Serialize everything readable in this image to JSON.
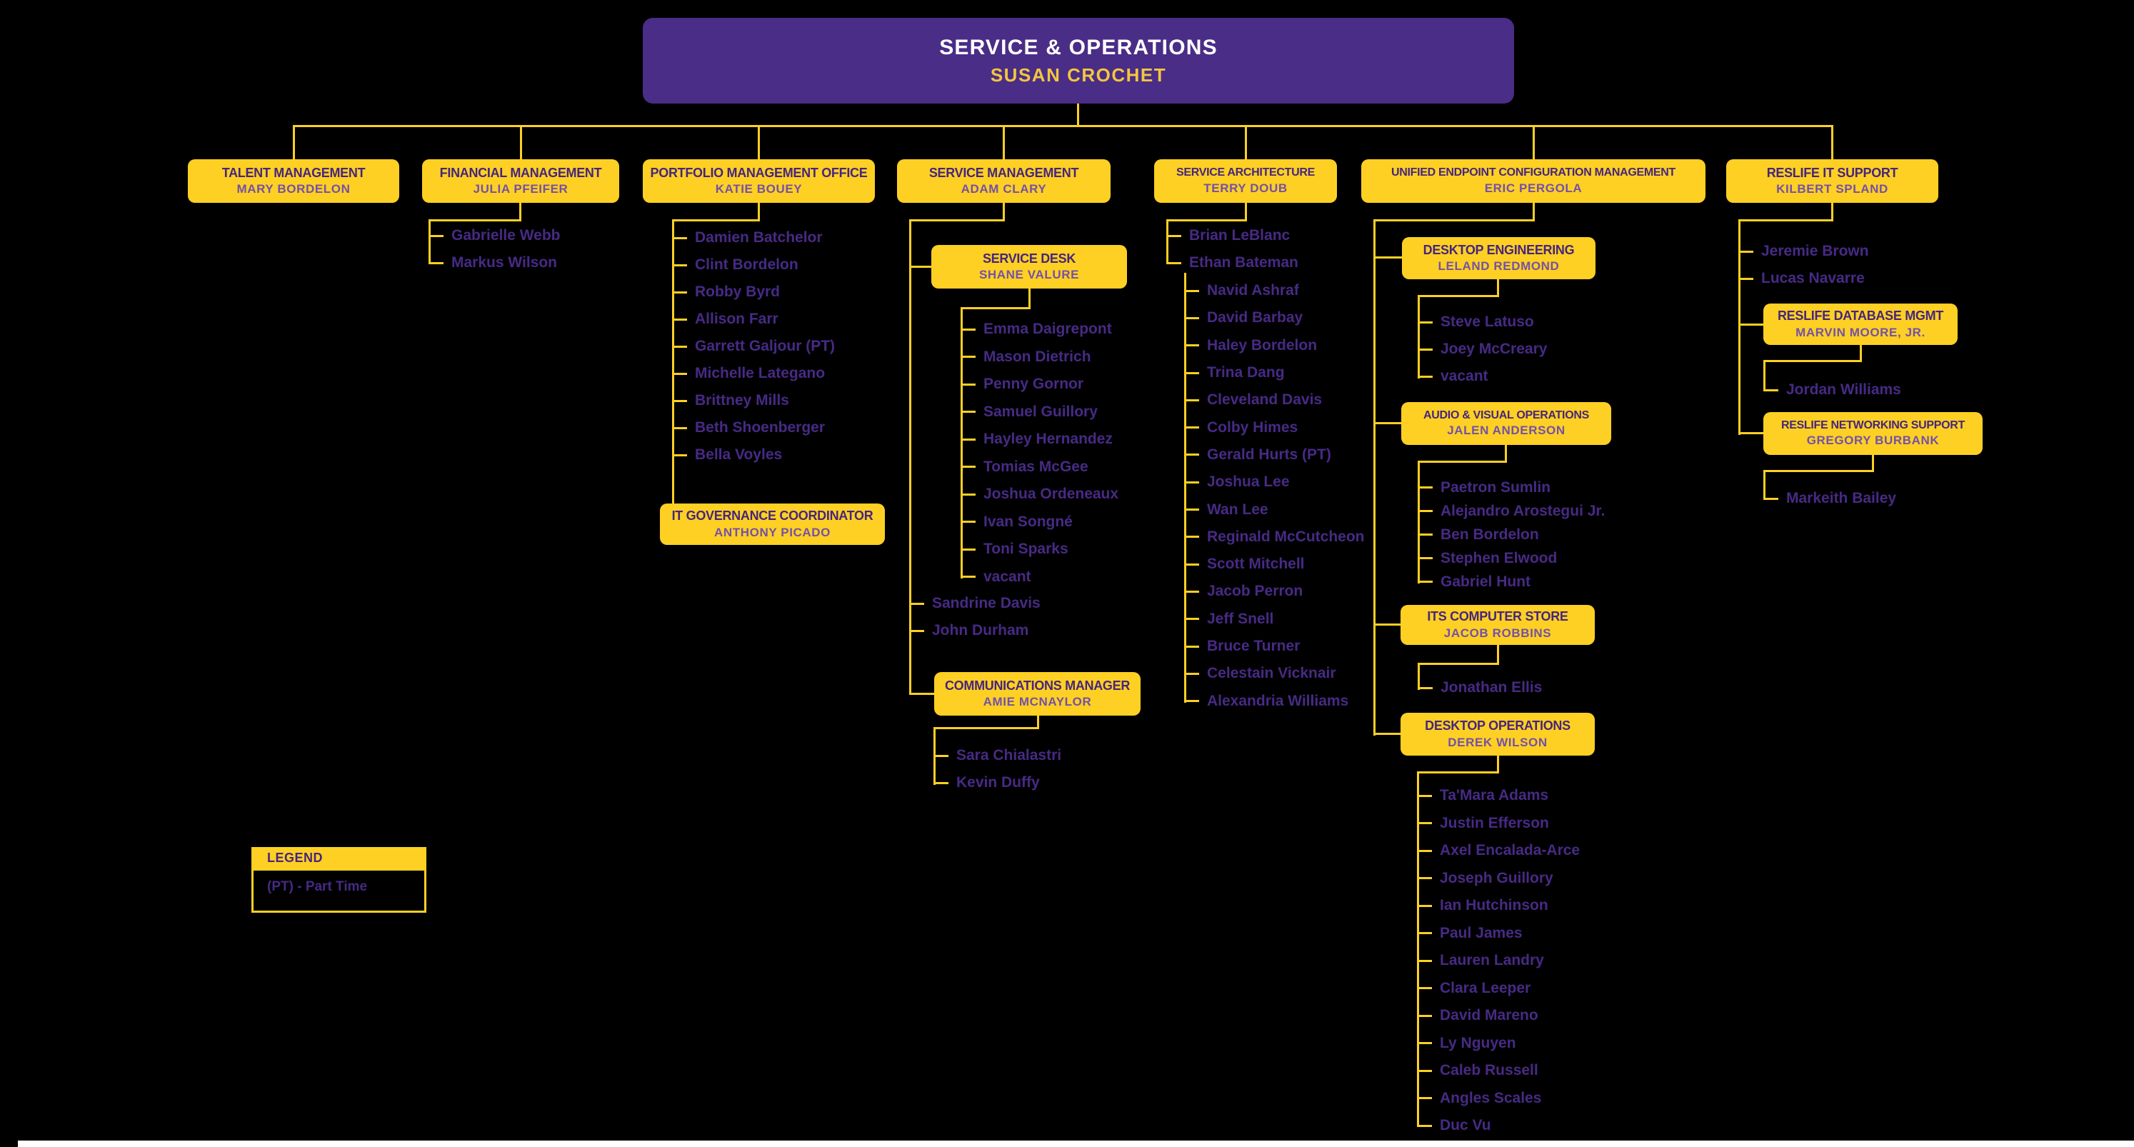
{
  "colors": {
    "background": "#000000",
    "box_gold": "#fdd023",
    "root_purple": "#4a2d87",
    "title_purple": "#46257e",
    "person_purple": "#7450a8",
    "member_purple": "#472a85",
    "root_title_white": "#ffffff",
    "root_person_gold": "#f2c63f",
    "line_gold": "#fdd023"
  },
  "root": {
    "title": "SERVICE & OPERATIONS",
    "name": "SUSAN CROCHET"
  },
  "branches": {
    "talent": {
      "title": "TALENT MANAGEMENT",
      "name": "MARY BORDELON"
    },
    "financial": {
      "title": "FINANCIAL MANAGEMENT",
      "name": "JULIA PFEIFER",
      "members": [
        "Gabrielle Webb",
        "Markus Wilson"
      ]
    },
    "portfolio": {
      "title": "PORTFOLIO MANAGEMENT OFFICE",
      "name": "KATIE BOUEY",
      "members": [
        "Damien Batchelor",
        "Clint Bordelon",
        "Robby Byrd",
        "Allison Farr",
        "Garrett Galjour (PT)",
        "Michelle Lategano",
        "Brittney Mills",
        "Beth Shoenberger",
        "Bella Voyles"
      ],
      "it_governance": {
        "title": "IT GOVERNANCE COORDINATOR",
        "name": "ANTHONY PICADO"
      }
    },
    "service_management": {
      "title": "SERVICE MANAGEMENT",
      "name": "ADAM CLARY",
      "members": [
        "Sandrine Davis",
        "John Durham"
      ],
      "service_desk": {
        "title": "SERVICE DESK",
        "name": "SHANE VALURE",
        "members": [
          "Emma Daigrepont",
          "Mason Dietrich",
          "Penny Gornor",
          "Samuel Guillory",
          "Hayley Hernandez",
          "Tomias McGee",
          "Joshua Ordeneaux",
          "Ivan Songné",
          "Toni Sparks",
          "vacant"
        ]
      },
      "communications": {
        "title": "COMMUNICATIONS MANAGER",
        "name": "AMIE MCNAYLOR",
        "members": [
          "Sara Chialastri",
          "Kevin Duffy"
        ]
      }
    },
    "service_architecture": {
      "title": "SERVICE ARCHITECTURE",
      "name": "TERRY DOUB",
      "members": [
        "Brian LeBlanc",
        "Ethan Bateman"
      ],
      "bateman_team": [
        "Navid Ashraf",
        "David Barbay",
        "Haley Bordelon",
        "Trina Dang",
        "Cleveland Davis",
        "Colby Himes",
        "Gerald Hurts (PT)",
        "Joshua Lee",
        "Wan Lee",
        "Reginald McCutcheon",
        "Scott Mitchell",
        "Jacob Perron",
        "Jeff Snell",
        "Bruce Turner",
        "Celestain Vicknair",
        "Alexandria Williams"
      ]
    },
    "uecm": {
      "title": "UNIFIED ENDPOINT CONFIGURATION MANAGEMENT",
      "name": "ERIC PERGOLA",
      "desktop_engineering": {
        "title": "DESKTOP ENGINEERING",
        "name": "LELAND REDMOND",
        "members": [
          "Steve Latuso",
          "Joey McCreary",
          "vacant"
        ]
      },
      "av_operations": {
        "title": "AUDIO & VISUAL OPERATIONS",
        "name": "JALEN ANDERSON",
        "members": [
          "Paetron Sumlin",
          "Alejandro Arostegui Jr.",
          "Ben Bordelon",
          "Stephen Elwood",
          "Gabriel Hunt"
        ]
      },
      "computer_store": {
        "title": "ITS COMPUTER STORE",
        "name": "JACOB ROBBINS",
        "members": [
          "Jonathan Ellis"
        ]
      },
      "desktop_operations": {
        "title": "DESKTOP OPERATIONS",
        "name": "DEREK WILSON",
        "members": [
          "Ta'Mara Adams",
          "Justin Efferson",
          "Axel Encalada-Arce",
          "Joseph Guillory",
          "Ian Hutchinson",
          "Paul James",
          "Lauren Landry",
          "Clara Leeper",
          "David Mareno",
          "Ly Nguyen",
          "Caleb Russell",
          "Angles Scales",
          "Duc Vu"
        ]
      }
    },
    "reslife": {
      "title": "RESLIFE IT SUPPORT",
      "name": "KILBERT SPLAND",
      "members": [
        "Jeremie Brown",
        "Lucas Navarre"
      ],
      "database": {
        "title": "RESLIFE DATABASE MGMT",
        "name": "MARVIN MOORE, JR.",
        "members": [
          "Jordan Williams"
        ]
      },
      "networking": {
        "title": "RESLIFE NETWORKING SUPPORT",
        "name": "GREGORY BURBANK",
        "members": [
          "Markeith Bailey"
        ]
      }
    }
  },
  "legend": {
    "title": "LEGEND",
    "items": [
      "(PT) - Part Time"
    ]
  }
}
